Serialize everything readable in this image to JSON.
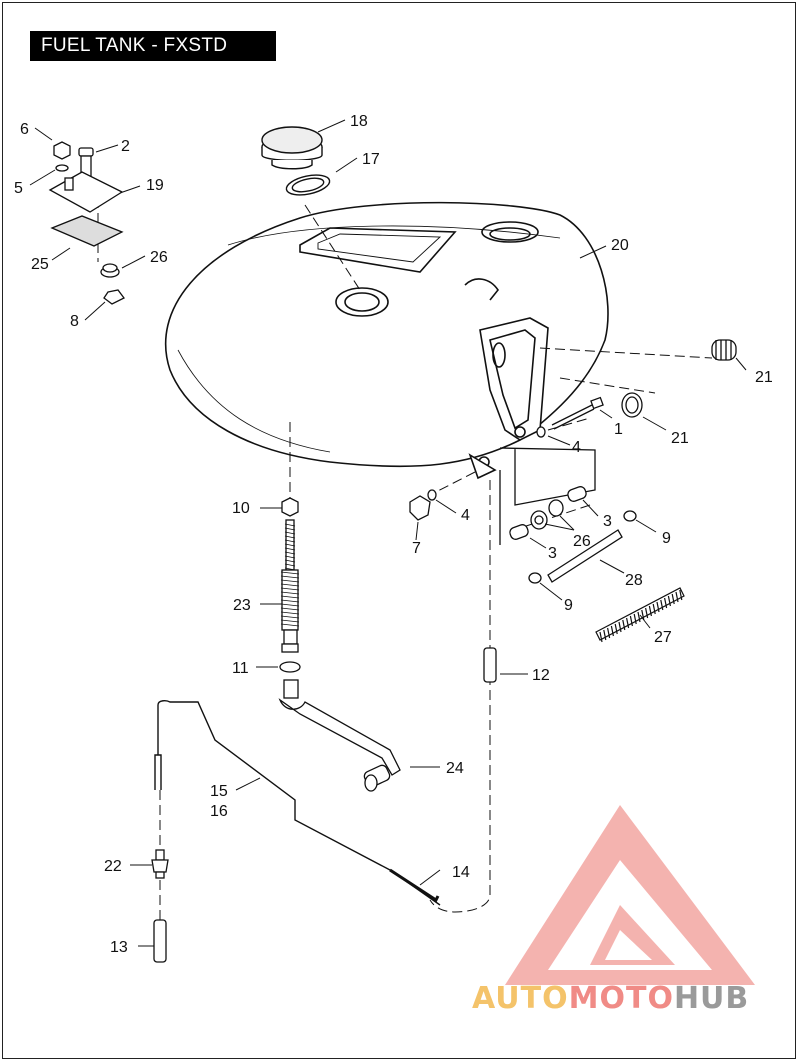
{
  "title": "FUEL TANK - FXSTD",
  "callouts": {
    "c1": "1",
    "c2": "2",
    "c3a": "3",
    "c3b": "3",
    "c4a": "4",
    "c4b": "4",
    "c5": "5",
    "c6": "6",
    "c7": "7",
    "c8": "8",
    "c9a": "9",
    "c9b": "9",
    "c10": "10",
    "c11": "11",
    "c12": "12",
    "c13": "13",
    "c14": "14",
    "c15": "15",
    "c16": "16",
    "c17": "17",
    "c18": "18",
    "c19": "19",
    "c20": "20",
    "c21a": "21",
    "c21b": "21",
    "c22": "22",
    "c23": "23",
    "c24": "24",
    "c25": "25",
    "c26a": "26",
    "c26b": "26",
    "c27": "27",
    "c28": "28"
  },
  "watermark": {
    "part1": "AUTO",
    "part2": "MOTO",
    "part3": "HUB",
    "colors": {
      "auto": "#f4c36a",
      "moto": "#f08b86",
      "hub": "#9a9a9a"
    }
  }
}
